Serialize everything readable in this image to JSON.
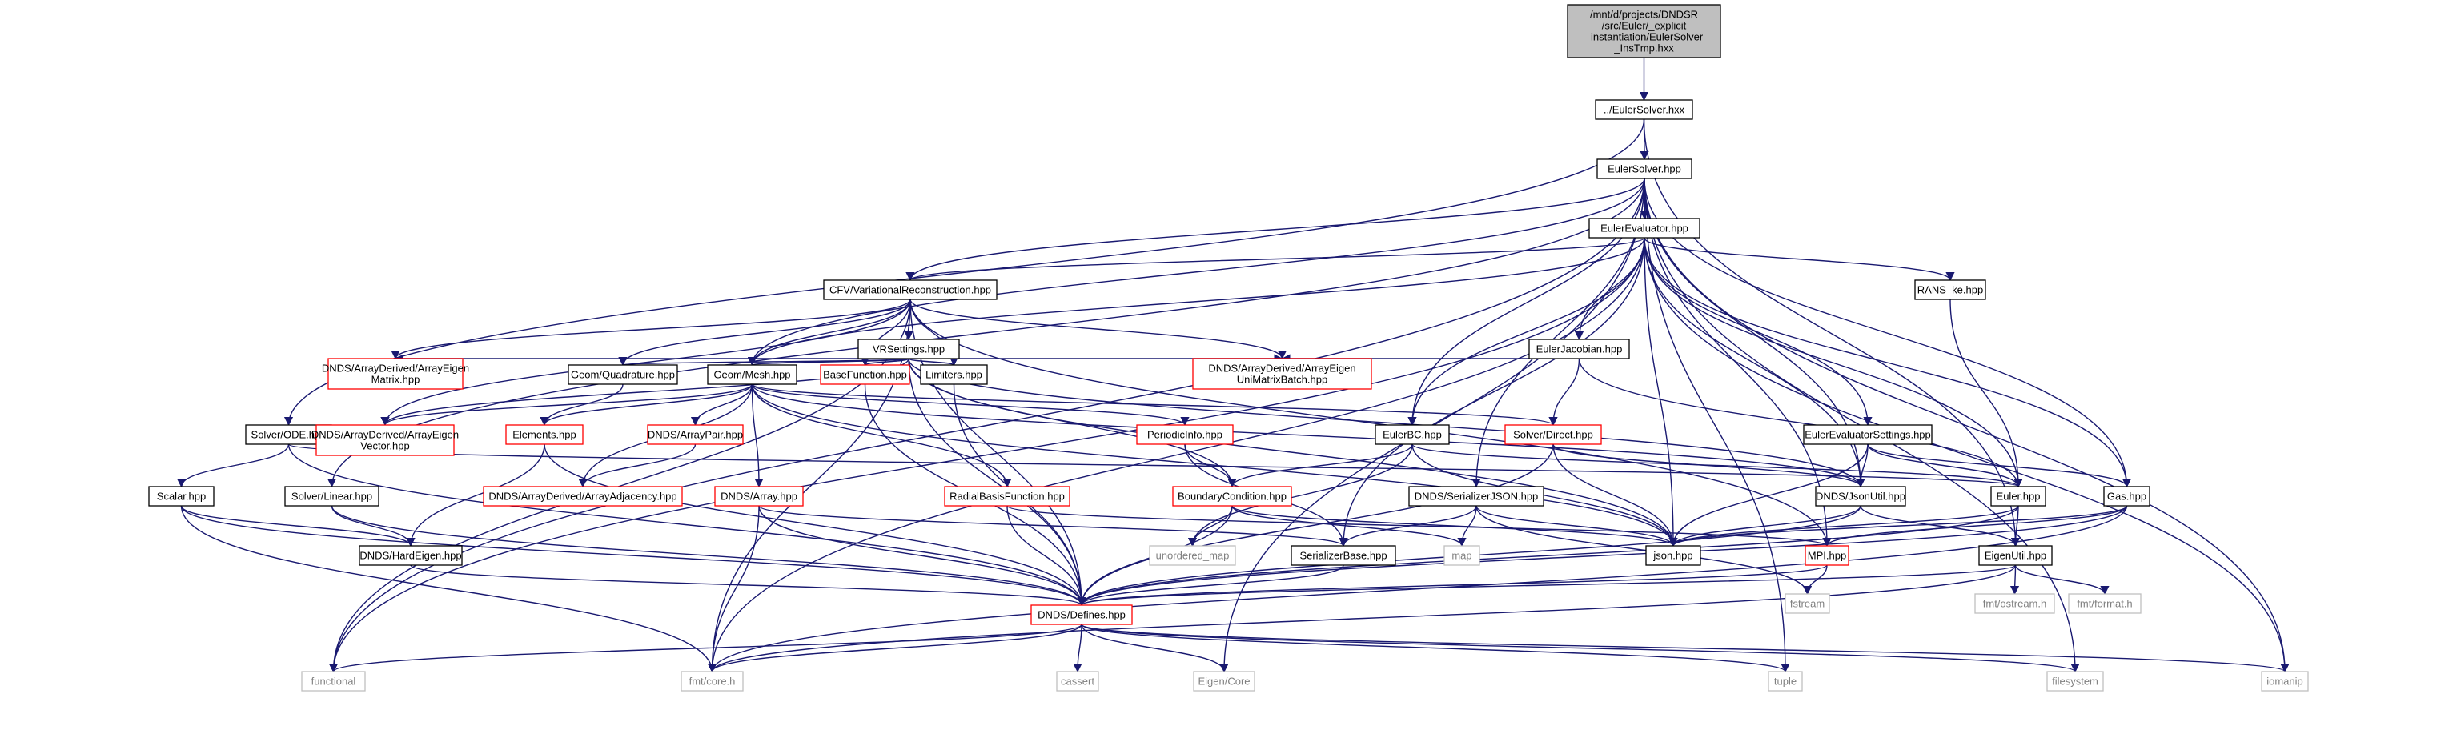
{
  "graph": {
    "colors": {
      "edge": "#191970",
      "root_fill": "#bfbfbf",
      "root_stroke": "#000000",
      "normal_fill": "#ffffff",
      "normal_stroke": "#000000",
      "truncated_stroke": "#ff0000",
      "system_stroke": "#bfbfbf",
      "text": "#000000",
      "system_text": "#808080"
    },
    "nodes": [
      {
        "id": "root",
        "lines": [
          "/mnt/d/projects/DNDSR",
          "/src/Euler/_explicit",
          "_instantiation/EulerSolver",
          "_InsTmp.hxx"
        ],
        "kind": "root"
      },
      {
        "id": "euler-solver-hxx",
        "lines": [
          "../EulerSolver.hxx"
        ],
        "kind": "normal"
      },
      {
        "id": "euler-solver-hpp",
        "lines": [
          "EulerSolver.hpp"
        ],
        "kind": "normal"
      },
      {
        "id": "euler-evaluator-hpp",
        "lines": [
          "EulerEvaluator.hpp"
        ],
        "kind": "normal"
      },
      {
        "id": "cfv-hpp",
        "lines": [
          "CFV/VariationalReconstruction.hpp"
        ],
        "kind": "normal"
      },
      {
        "id": "rans-ke-hpp",
        "lines": [
          "RANS_ke.hpp"
        ],
        "kind": "normal"
      },
      {
        "id": "vrsettings-hpp",
        "lines": [
          "VRSettings.hpp"
        ],
        "kind": "normal"
      },
      {
        "id": "euler-jacobian-hpp",
        "lines": [
          "EulerJacobian.hpp"
        ],
        "kind": "normal"
      },
      {
        "id": "array-eigen-matrix-hpp",
        "lines": [
          "DNDS/ArrayDerived/ArrayEigen",
          "Matrix.hpp"
        ],
        "kind": "truncated"
      },
      {
        "id": "geom-quadrature-hpp",
        "lines": [
          "Geom/Quadrature.hpp"
        ],
        "kind": "normal"
      },
      {
        "id": "geom-mesh-hpp",
        "lines": [
          "Geom/Mesh.hpp"
        ],
        "kind": "normal"
      },
      {
        "id": "base-function-hpp",
        "lines": [
          "BaseFunction.hpp"
        ],
        "kind": "truncated"
      },
      {
        "id": "limiters-hpp",
        "lines": [
          "Limiters.hpp"
        ],
        "kind": "normal"
      },
      {
        "id": "array-eigen-uni-matrix-batch-hpp",
        "lines": [
          "DNDS/ArrayDerived/ArrayEigen",
          "UniMatrixBatch.hpp"
        ],
        "kind": "truncated"
      },
      {
        "id": "solver-ode-hpp",
        "lines": [
          "Solver/ODE.hpp"
        ],
        "kind": "normal"
      },
      {
        "id": "array-eigen-vector-hpp",
        "lines": [
          "DNDS/ArrayDerived/ArrayEigen",
          "Vector.hpp"
        ],
        "kind": "truncated"
      },
      {
        "id": "elements-hpp",
        "lines": [
          "Elements.hpp"
        ],
        "kind": "truncated"
      },
      {
        "id": "array-pair-hpp",
        "lines": [
          "DNDS/ArrayPair.hpp"
        ],
        "kind": "truncated"
      },
      {
        "id": "periodic-info-hpp",
        "lines": [
          "PeriodicInfo.hpp"
        ],
        "kind": "truncated"
      },
      {
        "id": "euler-bc-hpp",
        "lines": [
          "EulerBC.hpp"
        ],
        "kind": "normal"
      },
      {
        "id": "solver-direct-hpp",
        "lines": [
          "Solver/Direct.hpp"
        ],
        "kind": "truncated"
      },
      {
        "id": "euler-evaluator-settings-hpp",
        "lines": [
          "EulerEvaluatorSettings.hpp"
        ],
        "kind": "normal"
      },
      {
        "id": "scalar-hpp",
        "lines": [
          "Scalar.hpp"
        ],
        "kind": "normal"
      },
      {
        "id": "solver-linear-hpp",
        "lines": [
          "Solver/Linear.hpp"
        ],
        "kind": "normal"
      },
      {
        "id": "array-adjacency-hpp",
        "lines": [
          "DNDS/ArrayDerived/ArrayAdjacency.hpp"
        ],
        "kind": "truncated"
      },
      {
        "id": "dnds-array-hpp",
        "lines": [
          "DNDS/Array.hpp"
        ],
        "kind": "truncated"
      },
      {
        "id": "radial-basis-function-hpp",
        "lines": [
          "RadialBasisFunction.hpp"
        ],
        "kind": "truncated"
      },
      {
        "id": "boundary-condition-hpp",
        "lines": [
          "BoundaryCondition.hpp"
        ],
        "kind": "truncated"
      },
      {
        "id": "serializer-json-hpp",
        "lines": [
          "DNDS/SerializerJSON.hpp"
        ],
        "kind": "normal"
      },
      {
        "id": "json-util-hpp",
        "lines": [
          "DNDS/JsonUtil.hpp"
        ],
        "kind": "normal"
      },
      {
        "id": "euler-hpp",
        "lines": [
          "Euler.hpp"
        ],
        "kind": "normal"
      },
      {
        "id": "gas-hpp",
        "lines": [
          "Gas.hpp"
        ],
        "kind": "normal"
      },
      {
        "id": "hard-eigen-hpp",
        "lines": [
          "DNDS/HardEigen.hpp"
        ],
        "kind": "normal"
      },
      {
        "id": "unordered-map",
        "lines": [
          "unordered_map"
        ],
        "kind": "system"
      },
      {
        "id": "serializer-base-hpp",
        "lines": [
          "SerializerBase.hpp"
        ],
        "kind": "normal"
      },
      {
        "id": "map",
        "lines": [
          "map"
        ],
        "kind": "system"
      },
      {
        "id": "json-hpp",
        "lines": [
          "json.hpp"
        ],
        "kind": "normal"
      },
      {
        "id": "mpi-hpp",
        "lines": [
          "MPI.hpp"
        ],
        "kind": "truncated"
      },
      {
        "id": "eigen-util-hpp",
        "lines": [
          "EigenUtil.hpp"
        ],
        "kind": "normal"
      },
      {
        "id": "fstream",
        "lines": [
          "fstream"
        ],
        "kind": "system"
      },
      {
        "id": "fmt-ostream-h",
        "lines": [
          "fmt/ostream.h"
        ],
        "kind": "system"
      },
      {
        "id": "fmt-format-h",
        "lines": [
          "fmt/format.h"
        ],
        "kind": "system"
      },
      {
        "id": "defines-hpp",
        "lines": [
          "DNDS/Defines.hpp"
        ],
        "kind": "truncated"
      },
      {
        "id": "functional",
        "lines": [
          "functional"
        ],
        "kind": "system"
      },
      {
        "id": "fmt-core-h",
        "lines": [
          "fmt/core.h"
        ],
        "kind": "system"
      },
      {
        "id": "cassert",
        "lines": [
          "cassert"
        ],
        "kind": "system"
      },
      {
        "id": "eigen-core",
        "lines": [
          "Eigen/Core"
        ],
        "kind": "system"
      },
      {
        "id": "tuple",
        "lines": [
          "tuple"
        ],
        "kind": "system"
      },
      {
        "id": "filesystem",
        "lines": [
          "filesystem"
        ],
        "kind": "system"
      },
      {
        "id": "iomanip",
        "lines": [
          "iomanip"
        ],
        "kind": "system"
      }
    ],
    "edges": [
      [
        "root",
        "euler-solver-hxx"
      ],
      [
        "euler-solver-hxx",
        "euler-solver-hpp"
      ],
      [
        "euler-solver-hxx",
        "solver-ode-hpp"
      ],
      [
        "euler-solver-hxx",
        "eigen-util-hpp"
      ],
      [
        "euler-solver-hpp",
        "euler-evaluator-hpp"
      ],
      [
        "euler-solver-hpp",
        "cfv-hpp"
      ],
      [
        "euler-solver-hpp",
        "geom-mesh-hpp"
      ],
      [
        "euler-solver-hpp",
        "solver-linear-hpp"
      ],
      [
        "euler-solver-hpp",
        "euler-bc-hpp"
      ],
      [
        "euler-solver-hpp",
        "serializer-json-hpp"
      ],
      [
        "euler-solver-hpp",
        "json-util-hpp"
      ],
      [
        "euler-solver-hpp",
        "gas-hpp"
      ],
      [
        "euler-solver-hpp",
        "mpi-hpp"
      ],
      [
        "euler-solver-hpp",
        "functional"
      ],
      [
        "euler-solver-hpp",
        "eigen-core"
      ],
      [
        "euler-solver-hpp",
        "tuple"
      ],
      [
        "euler-solver-hpp",
        "filesystem"
      ],
      [
        "euler-solver-hpp",
        "iomanip"
      ],
      [
        "euler-evaluator-hpp",
        "cfv-hpp"
      ],
      [
        "euler-evaluator-hpp",
        "rans-ke-hpp"
      ],
      [
        "euler-evaluator-hpp",
        "euler-jacobian-hpp"
      ],
      [
        "euler-evaluator-hpp",
        "euler-bc-hpp"
      ],
      [
        "euler-evaluator-hpp",
        "euler-evaluator-settings-hpp"
      ],
      [
        "euler-evaluator-hpp",
        "json-util-hpp"
      ],
      [
        "euler-evaluator-hpp",
        "euler-hpp"
      ],
      [
        "euler-evaluator-hpp",
        "gas-hpp"
      ],
      [
        "euler-evaluator-hpp",
        "json-hpp"
      ],
      [
        "euler-evaluator-hpp",
        "serializer-base-hpp"
      ],
      [
        "euler-evaluator-hpp",
        "geom-mesh-hpp"
      ],
      [
        "euler-evaluator-hpp",
        "functional"
      ],
      [
        "euler-evaluator-hpp",
        "fmt-core-h"
      ],
      [
        "euler-evaluator-hpp",
        "iomanip"
      ],
      [
        "cfv-hpp",
        "vrsettings-hpp"
      ],
      [
        "cfv-hpp",
        "array-eigen-matrix-hpp"
      ],
      [
        "cfv-hpp",
        "geom-quadrature-hpp"
      ],
      [
        "cfv-hpp",
        "geom-mesh-hpp"
      ],
      [
        "cfv-hpp",
        "base-function-hpp"
      ],
      [
        "cfv-hpp",
        "limiters-hpp"
      ],
      [
        "cfv-hpp",
        "array-eigen-uni-matrix-batch-hpp"
      ],
      [
        "cfv-hpp",
        "array-eigen-vector-hpp"
      ],
      [
        "cfv-hpp",
        "defines-hpp"
      ],
      [
        "cfv-hpp",
        "mpi-hpp"
      ],
      [
        "cfv-hpp",
        "fmt-core-h"
      ],
      [
        "cfv-hpp",
        "functional"
      ],
      [
        "rans-ke-hpp",
        "euler-hpp"
      ],
      [
        "vrsettings-hpp",
        "array-eigen-vector-hpp"
      ],
      [
        "vrsettings-hpp",
        "geom-quadrature-hpp"
      ],
      [
        "vrsettings-hpp",
        "geom-mesh-hpp"
      ],
      [
        "vrsettings-hpp",
        "base-function-hpp"
      ],
      [
        "vrsettings-hpp",
        "limiters-hpp"
      ],
      [
        "vrsettings-hpp",
        "array-eigen-uni-matrix-batch-hpp"
      ],
      [
        "vrsettings-hpp",
        "json-util-hpp"
      ],
      [
        "vrsettings-hpp",
        "boundary-condition-hpp"
      ],
      [
        "vrsettings-hpp",
        "defines-hpp"
      ],
      [
        "vrsettings-hpp",
        "json-hpp"
      ],
      [
        "vrsettings-hpp",
        "array-eigen-matrix-hpp"
      ],
      [
        "euler-jacobian-hpp",
        "array-eigen-uni-matrix-batch-hpp"
      ],
      [
        "euler-jacobian-hpp",
        "solver-direct-hpp"
      ],
      [
        "euler-jacobian-hpp",
        "euler-hpp"
      ],
      [
        "geom-quadrature-hpp",
        "elements-hpp"
      ],
      [
        "geom-mesh-hpp",
        "array-eigen-vector-hpp"
      ],
      [
        "geom-mesh-hpp",
        "elements-hpp"
      ],
      [
        "geom-mesh-hpp",
        "array-pair-hpp"
      ],
      [
        "geom-mesh-hpp",
        "array-adjacency-hpp"
      ],
      [
        "geom-mesh-hpp",
        "dnds-array-hpp"
      ],
      [
        "geom-mesh-hpp",
        "radial-basis-function-hpp"
      ],
      [
        "geom-mesh-hpp",
        "periodic-info-hpp"
      ],
      [
        "geom-mesh-hpp",
        "solver-direct-hpp"
      ],
      [
        "geom-mesh-hpp",
        "json-util-hpp"
      ],
      [
        "geom-mesh-hpp",
        "json-hpp"
      ],
      [
        "base-function-hpp",
        "defines-hpp"
      ],
      [
        "limiters-hpp",
        "defines-hpp"
      ],
      [
        "solver-ode-hpp",
        "scalar-hpp"
      ],
      [
        "solver-ode-hpp",
        "defines-hpp"
      ],
      [
        "solver-ode-hpp",
        "euler-hpp"
      ],
      [
        "elements-hpp",
        "hard-eigen-hpp"
      ],
      [
        "elements-hpp",
        "defines-hpp"
      ],
      [
        "array-pair-hpp",
        "array-adjacency-hpp"
      ],
      [
        "periodic-info-hpp",
        "boundary-condition-hpp"
      ],
      [
        "periodic-info-hpp",
        "serializer-base-hpp"
      ],
      [
        "euler-bc-hpp",
        "boundary-condition-hpp"
      ],
      [
        "euler-bc-hpp",
        "unordered-map"
      ],
      [
        "euler-bc-hpp",
        "json-hpp"
      ],
      [
        "euler-bc-hpp",
        "euler-hpp"
      ],
      [
        "solver-direct-hpp",
        "json-util-hpp"
      ],
      [
        "solver-direct-hpp",
        "json-hpp"
      ],
      [
        "solver-direct-hpp",
        "defines-hpp"
      ],
      [
        "euler-evaluator-settings-hpp",
        "json-util-hpp"
      ],
      [
        "euler-evaluator-settings-hpp",
        "euler-hpp"
      ],
      [
        "euler-evaluator-settings-hpp",
        "gas-hpp"
      ],
      [
        "euler-evaluator-settings-hpp",
        "json-hpp"
      ],
      [
        "scalar-hpp",
        "hard-eigen-hpp"
      ],
      [
        "scalar-hpp",
        "defines-hpp"
      ],
      [
        "scalar-hpp",
        "fmt-core-h"
      ],
      [
        "solver-linear-hpp",
        "hard-eigen-hpp"
      ],
      [
        "solver-linear-hpp",
        "defines-hpp"
      ],
      [
        "dnds-array-hpp",
        "serializer-base-hpp"
      ],
      [
        "dnds-array-hpp",
        "defines-hpp"
      ],
      [
        "dnds-array-hpp",
        "fmt-core-h"
      ],
      [
        "radial-basis-function-hpp",
        "defines-hpp"
      ],
      [
        "radial-basis-function-hpp",
        "mpi-hpp"
      ],
      [
        "boundary-condition-hpp",
        "unordered-map"
      ],
      [
        "boundary-condition-hpp",
        "map"
      ],
      [
        "boundary-condition-hpp",
        "json-hpp"
      ],
      [
        "boundary-condition-hpp",
        "defines-hpp"
      ],
      [
        "serializer-json-hpp",
        "serializer-base-hpp"
      ],
      [
        "serializer-json-hpp",
        "map"
      ],
      [
        "serializer-json-hpp",
        "json-hpp"
      ],
      [
        "serializer-json-hpp",
        "fstream"
      ],
      [
        "json-util-hpp",
        "json-hpp"
      ],
      [
        "json-util-hpp",
        "defines-hpp"
      ],
      [
        "json-util-hpp",
        "eigen-util-hpp"
      ],
      [
        "euler-hpp",
        "eigen-util-hpp"
      ],
      [
        "euler-hpp",
        "defines-hpp"
      ],
      [
        "euler-hpp",
        "json-hpp"
      ],
      [
        "gas-hpp",
        "json-hpp"
      ],
      [
        "gas-hpp",
        "defines-hpp"
      ],
      [
        "gas-hpp",
        "mpi-hpp"
      ],
      [
        "gas-hpp",
        "fmt-core-h"
      ],
      [
        "hard-eigen-hpp",
        "defines-hpp"
      ],
      [
        "serializer-base-hpp",
        "defines-hpp"
      ],
      [
        "mpi-hpp",
        "defines-hpp"
      ],
      [
        "mpi-hpp",
        "fstream"
      ],
      [
        "eigen-util-hpp",
        "defines-hpp"
      ],
      [
        "eigen-util-hpp",
        "fmt-ostream-h"
      ],
      [
        "eigen-util-hpp",
        "fmt-format-h"
      ],
      [
        "eigen-util-hpp",
        "fmt-core-h"
      ],
      [
        "defines-hpp",
        "functional"
      ],
      [
        "defines-hpp",
        "fmt-core-h"
      ],
      [
        "defines-hpp",
        "cassert"
      ],
      [
        "defines-hpp",
        "eigen-core"
      ],
      [
        "defines-hpp",
        "tuple"
      ],
      [
        "defines-hpp",
        "filesystem"
      ],
      [
        "defines-hpp",
        "iomanip"
      ]
    ]
  }
}
